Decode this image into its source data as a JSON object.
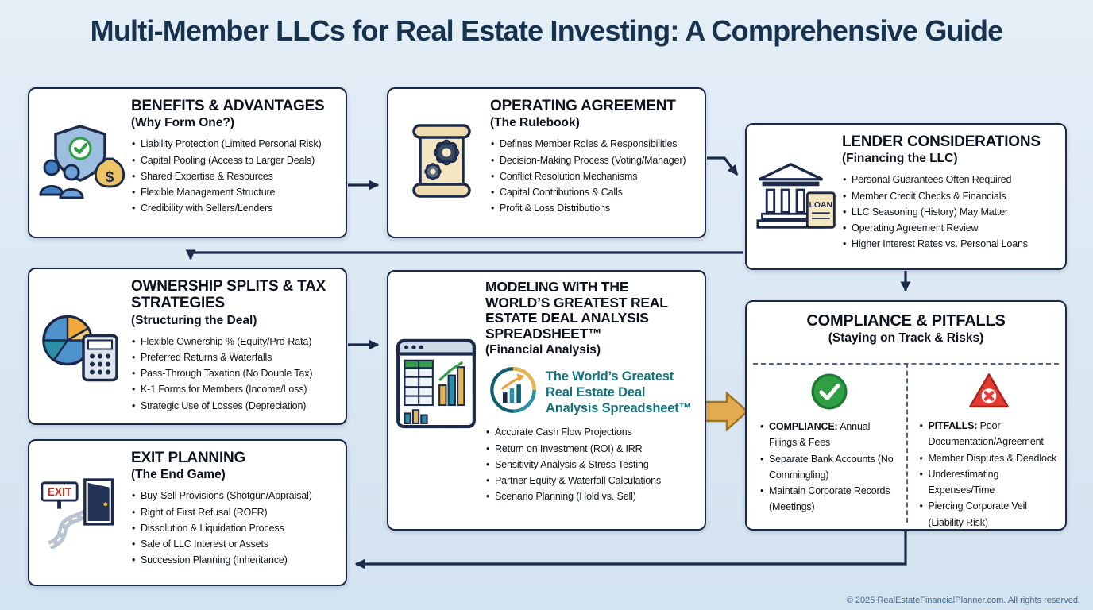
{
  "title": "Multi-Member LLCs for Real Estate Investing: A Comprehensive Guide",
  "footer": "© 2025 RealEstateFinancialPlanner.com. All rights reserved.",
  "colors": {
    "background_top": "#e4eef7",
    "background_bottom": "#d4e3f0",
    "box_border": "#1b2a4a",
    "title_navy": "#16324f",
    "arrow_navy": "#1b2a4a",
    "block_arrow_gold": "#e2ab52",
    "logo_teal": "#14717f",
    "check_green": "#2f9e44",
    "warning_red": "#e23b32"
  },
  "boxes": {
    "benefits": {
      "icon": "shield-people-money-icon",
      "icon_label": "$",
      "heading": "BENEFITS & ADVANTAGES",
      "subheading": "(Why Form One?)",
      "bullets": [
        "Liability Protection (Limited Personal Risk)",
        "Capital Pooling (Access to Larger Deals)",
        "Shared Expertise & Resources",
        "Flexible Management Structure",
        "Credibility with Sellers/Lenders"
      ]
    },
    "operating": {
      "icon": "scroll-gears-icon",
      "heading": "OPERATING AGREEMENT",
      "subheading": "(The Rulebook)",
      "bullets": [
        "Defines Member Roles & Responsibilities",
        "Decision-Making Process (Voting/Manager)",
        "Conflict Resolution Mechanisms",
        "Capital Contributions & Calls",
        "Profit & Loss Distributions"
      ]
    },
    "lender": {
      "icon": "bank-loan-icon",
      "icon_label": "LOAN",
      "heading": "LENDER CONSIDERATIONS",
      "subheading": "(Financing the LLC)",
      "bullets": [
        "Personal Guarantees Often Required",
        "Member Credit Checks & Financials",
        "LLC Seasoning (History) May Matter",
        "Operating Agreement Review",
        "Higher Interest Rates vs. Personal Loans"
      ]
    },
    "ownership": {
      "icon": "pie-chart-calculator-icon",
      "heading": "OWNERSHIP SPLITS & TAX STRATEGIES",
      "subheading": "(Structuring the Deal)",
      "bullets": [
        "Flexible Ownership % (Equity/Pro-Rata)",
        "Preferred Returns & Waterfalls",
        "Pass-Through Taxation (No Double Tax)",
        "K-1 Forms for Members (Income/Loss)",
        "Strategic Use of Losses (Depreciation)"
      ]
    },
    "modeling": {
      "icon": "spreadsheet-charts-icon",
      "heading": "MODELING WITH THE WORLD’S GREATEST REAL ESTATE DEAL ANALYSIS SPREADSHEET™",
      "subheading": "(Financial Analysis)",
      "logo_line1": "The World’s Greatest",
      "logo_line2": "Real Estate Deal",
      "logo_line3": "Analysis Spreadsheet™",
      "bullets": [
        "Accurate Cash Flow Projections",
        "Return on Investment (ROI) & IRR",
        "Sensitivity Analysis & Stress Testing",
        "Partner Equity & Waterfall Calculations",
        "Scenario Planning (Hold vs. Sell)"
      ]
    },
    "compliance": {
      "heading": "COMPLIANCE & PITFALLS",
      "subheading": "(Staying on Track & Risks)",
      "left": {
        "icon": "check-circle-icon",
        "lead": "COMPLIANCE:",
        "lead_rest": "Annual Filings & Fees",
        "bullets": [
          "Separate Bank Accounts (No Commingling)",
          "Maintain Corporate Records (Meetings)"
        ]
      },
      "right": {
        "icon": "warning-triangle-icon",
        "lead": "PITFALLS:",
        "lead_rest": "Poor Documentation/Agreement",
        "bullets": [
          "Member Disputes & Deadlock",
          "Underestimating Expenses/Time",
          "Piercing Corporate Veil (Liability Risk)"
        ]
      }
    },
    "exit": {
      "icon": "exit-door-icon",
      "icon_label": "EXIT",
      "heading": "EXIT PLANNING",
      "subheading": "(The End Game)",
      "bullets": [
        "Buy-Sell Provisions (Shotgun/Appraisal)",
        "Right of First Refusal (ROFR)",
        "Dissolution & Liquidation Process",
        "Sale of LLC Interest or Assets",
        "Succession Planning (Inheritance)"
      ]
    }
  }
}
